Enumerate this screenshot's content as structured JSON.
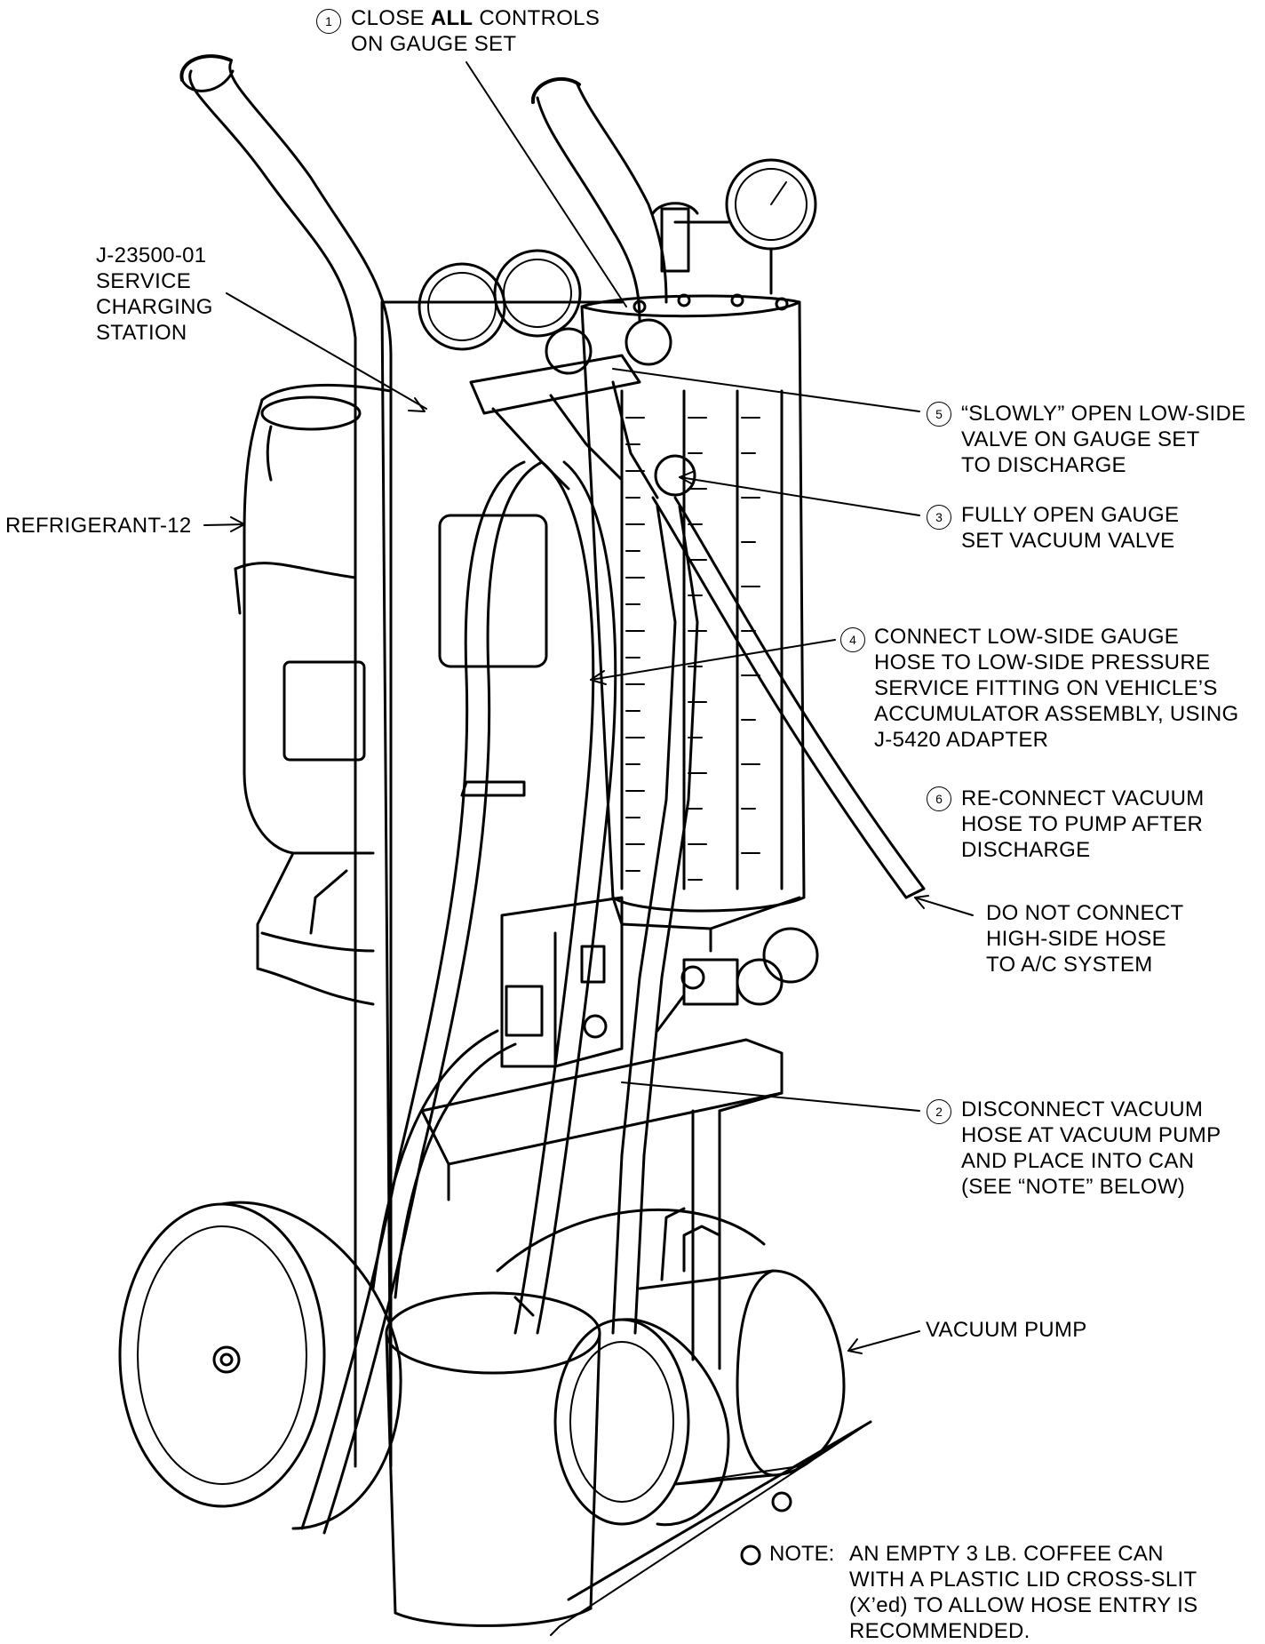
{
  "labels": {
    "step1": {
      "num": "1",
      "line1a": "CLOSE ",
      "line1b": "ALL",
      "line1c": " CONTROLS",
      "line2": "ON GAUGE SET"
    },
    "station": {
      "line1": "J-23500-01",
      "line2": "SERVICE",
      "line3": "CHARGING",
      "line4": "STATION"
    },
    "refrigerant": {
      "text": "REFRIGERANT-12"
    },
    "step5": {
      "num": "5",
      "line1": "“SLOWLY” OPEN LOW-SIDE",
      "line2": "VALVE ON GAUGE SET",
      "line3": "TO DISCHARGE"
    },
    "step3": {
      "num": "3",
      "line1": "FULLY OPEN GAUGE",
      "line2": "SET VACUUM VALVE"
    },
    "step4": {
      "num": "4",
      "line1": "CONNECT LOW-SIDE GAUGE",
      "line2": "HOSE TO LOW-SIDE PRESSURE",
      "line3": "SERVICE FITTING ON VEHICLE’S",
      "line4": "ACCUMULATOR ASSEMBLY, USING",
      "line5": "J-5420 ADAPTER"
    },
    "step6": {
      "num": "6",
      "line1": "RE-CONNECT VACUUM",
      "line2": "HOSE TO PUMP AFTER",
      "line3": "DISCHARGE"
    },
    "warning": {
      "line1": "DO NOT CONNECT",
      "line2": "HIGH-SIDE HOSE",
      "line3": "TO A/C SYSTEM"
    },
    "step2": {
      "num": "2",
      "line1": "DISCONNECT VACUUM",
      "line2": "HOSE AT VACUUM PUMP",
      "line3": "AND PLACE INTO CAN",
      "line4": "(SEE “NOTE” BELOW)"
    },
    "pump": {
      "text": "VACUUM PUMP"
    },
    "note": {
      "head": "NOTE:",
      "line1": "AN EMPTY 3 LB. COFFEE CAN",
      "line2": "WITH A PLASTIC LID CROSS-SLIT",
      "line3": "(X’ed) TO ALLOW HOSE ENTRY IS",
      "line4": "RECOMMENDED."
    }
  },
  "colors": {
    "ink": "#000000",
    "paper": "#ffffff"
  }
}
